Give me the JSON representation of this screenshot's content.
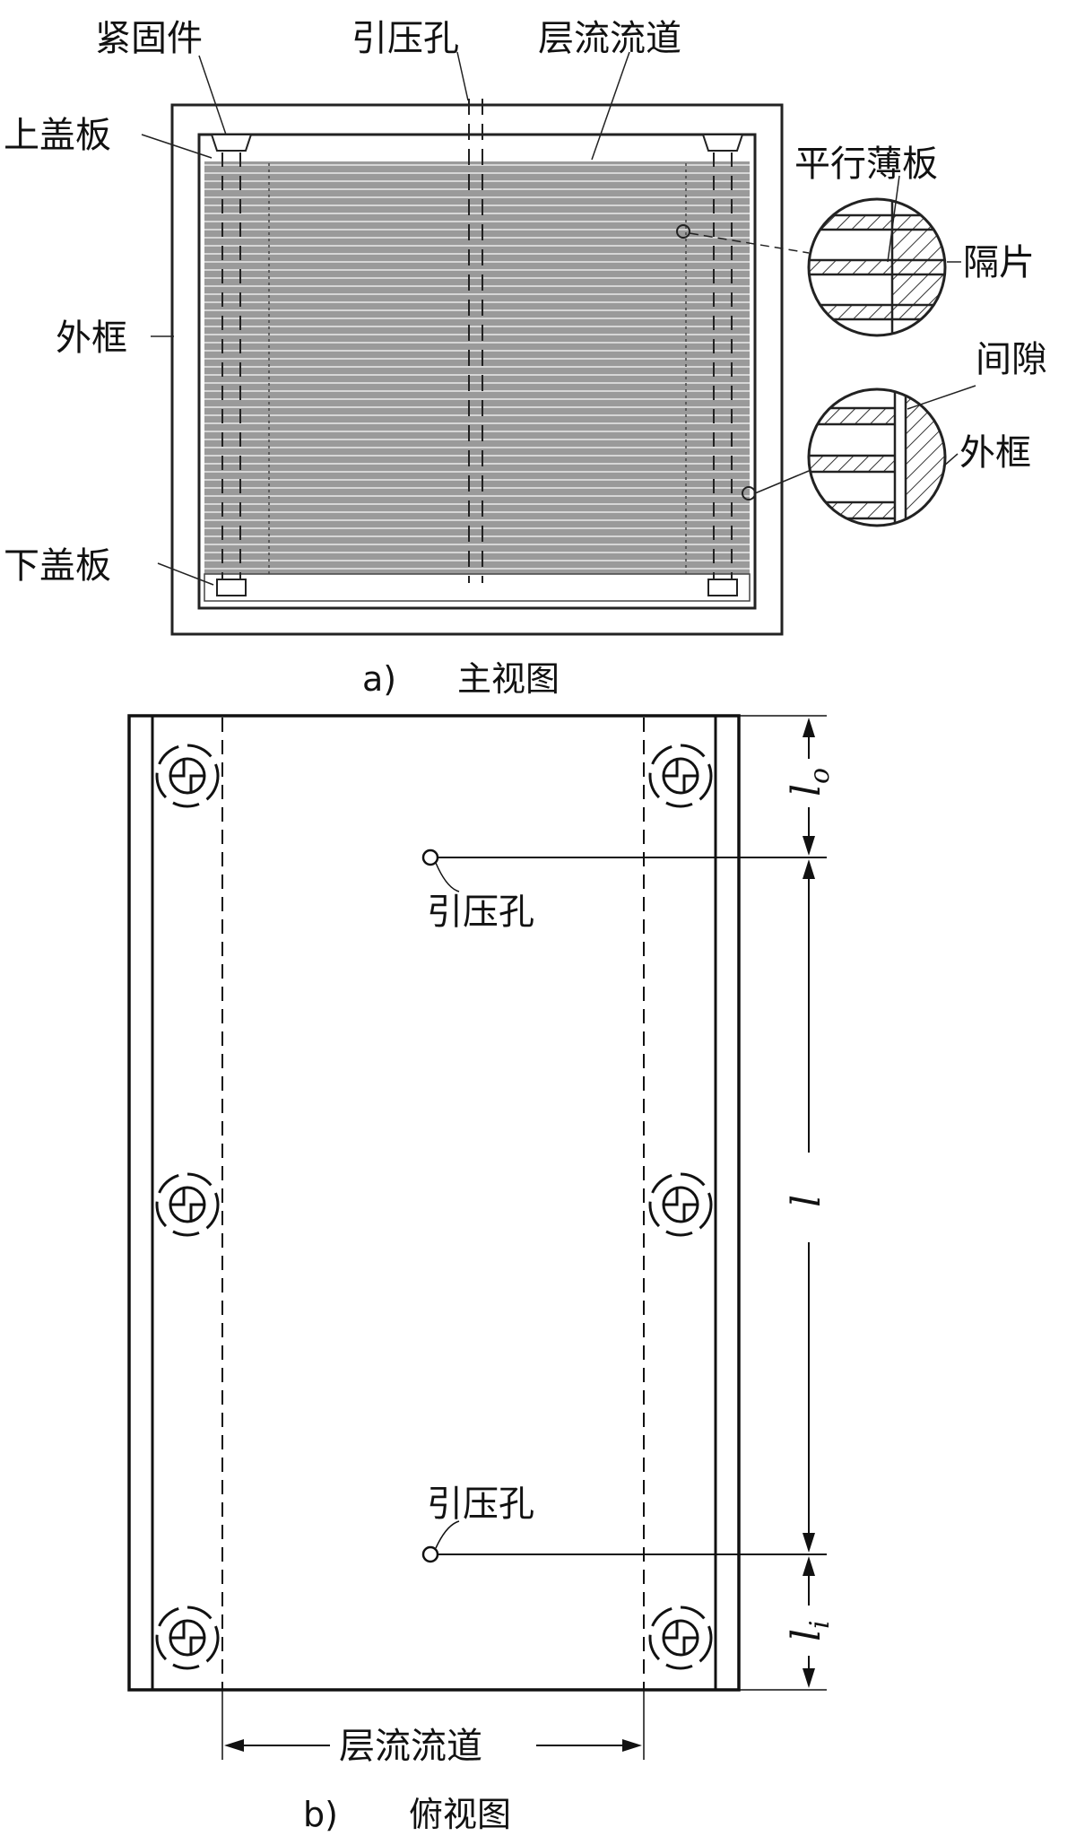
{
  "front_view": {
    "caption_letter": "a)",
    "caption_text": "主视图",
    "labels": {
      "fastener": "紧固件",
      "pressure_hole": "引压孔",
      "laminar_channel": "层流流道",
      "top_cover": "上盖板",
      "outer_frame": "外框",
      "bottom_cover": "下盖板",
      "parallel_plates": "平行薄板",
      "spacer": "隔片",
      "gap": "间隙",
      "outer_frame_detail": "外框"
    }
  },
  "top_view": {
    "caption_letter": "b)",
    "caption_text": "俯视图",
    "labels": {
      "pressure_hole_top": "引压孔",
      "pressure_hole_bottom": "引压孔",
      "laminar_channel": "层流流道"
    },
    "dimensions": {
      "outlet_length": {
        "symbol": "l",
        "subscript": "o"
      },
      "length": {
        "symbol": "l"
      },
      "inlet_length": {
        "symbol": "l",
        "subscript": "i"
      }
    }
  }
}
